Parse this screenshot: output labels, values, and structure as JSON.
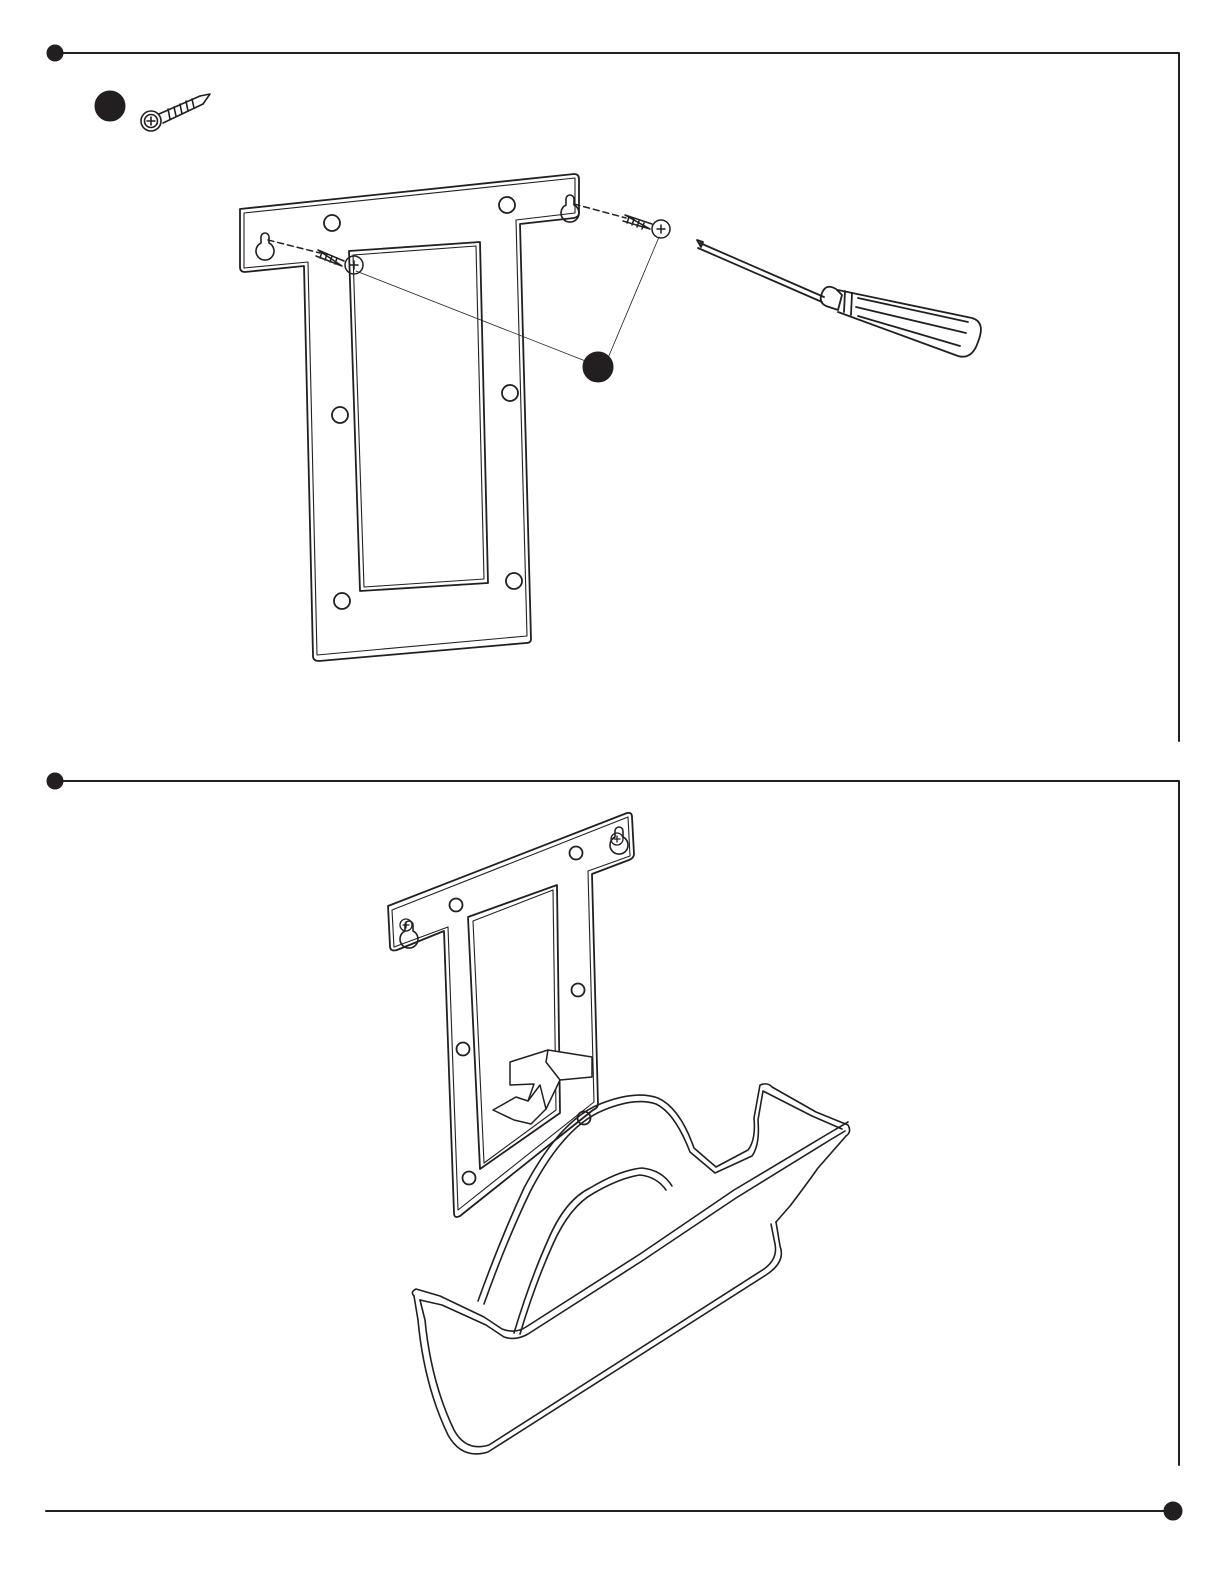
{
  "steps": [
    {
      "part_icons": [
        "wood-screw-icon"
      ],
      "parts": [
        "mounting-bracket",
        "wood-screw",
        "wood-screw",
        "screwdriver"
      ]
    },
    {
      "parts": [
        "mounting-bracket",
        "wall-basket",
        "insert-arrow"
      ]
    }
  ],
  "colors": {
    "line": "#231f20",
    "marker": "#231f20",
    "background": "#ffffff"
  }
}
